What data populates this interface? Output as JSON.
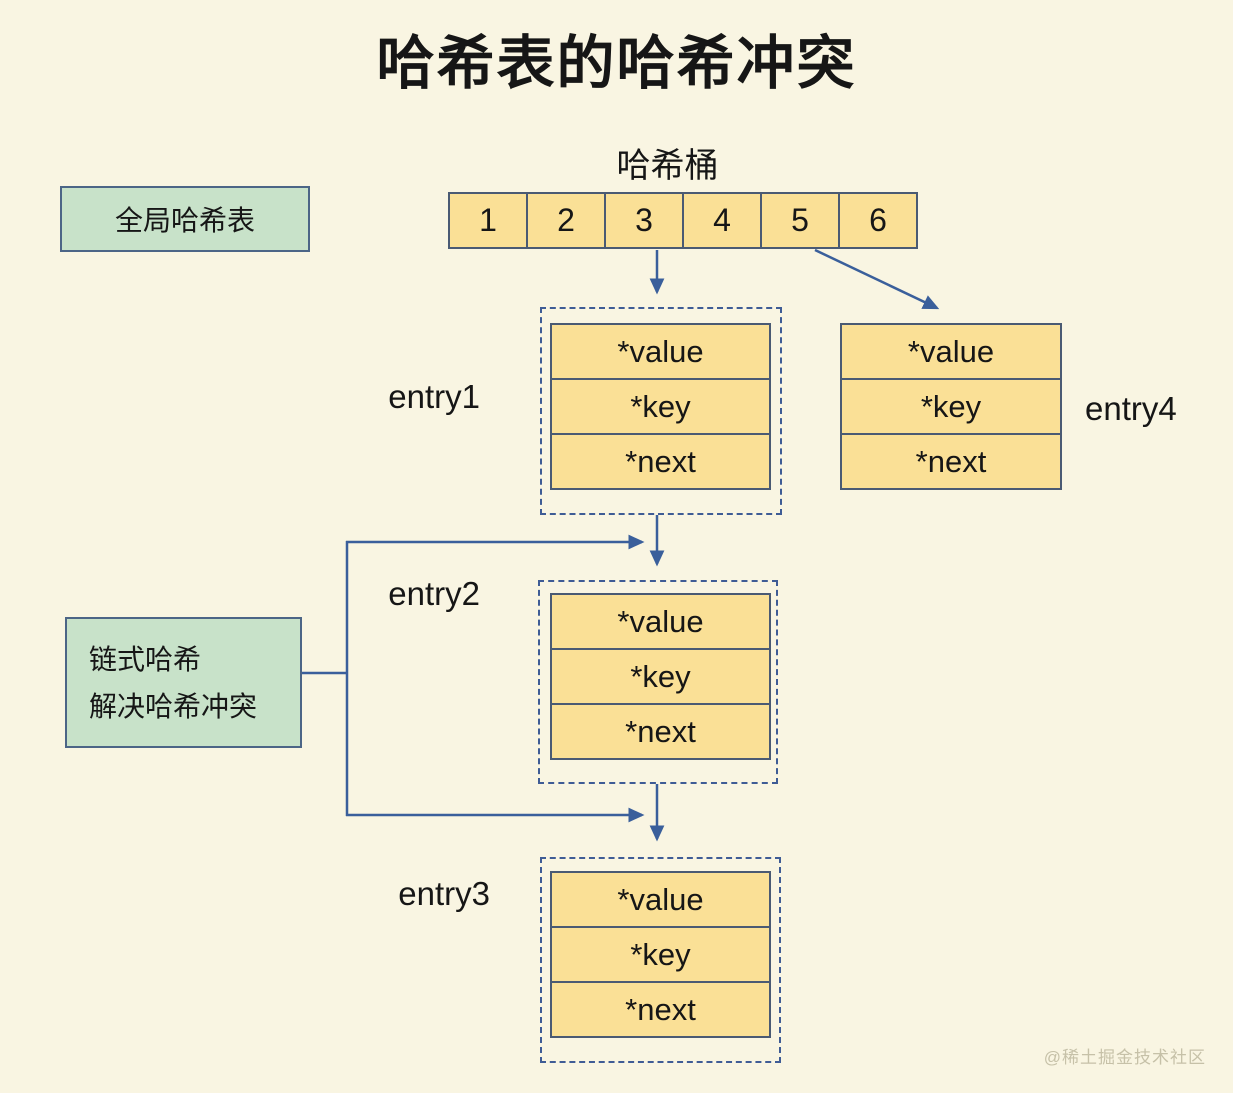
{
  "title": "哈希表的哈希冲突",
  "bucket": {
    "label": "哈希桶",
    "cells": [
      "1",
      "2",
      "3",
      "4",
      "5",
      "6"
    ]
  },
  "labels": {
    "global_hash_table": "全局哈希表",
    "chain_line1": "链式哈希",
    "chain_line2": "解决哈希冲突"
  },
  "entries": [
    {
      "name": "entry1",
      "fields": [
        "*value",
        "*key",
        "*next"
      ]
    },
    {
      "name": "entry2",
      "fields": [
        "*value",
        "*key",
        "*next"
      ]
    },
    {
      "name": "entry3",
      "fields": [
        "*value",
        "*key",
        "*next"
      ]
    },
    {
      "name": "entry4",
      "fields": [
        "*value",
        "*key",
        "*next"
      ]
    }
  ],
  "watermark": "@稀土掘金技术社区",
  "colors": {
    "background": "#f9f5e2",
    "cell_fill": "#fae096",
    "cell_border": "#4a5a73",
    "dashed_border": "#3f5c95",
    "arrow": "#3a5f9b",
    "green_fill": "#c8e2c9",
    "green_border": "#4c6586",
    "text": "#161616",
    "watermark": "#c6c1a8"
  }
}
